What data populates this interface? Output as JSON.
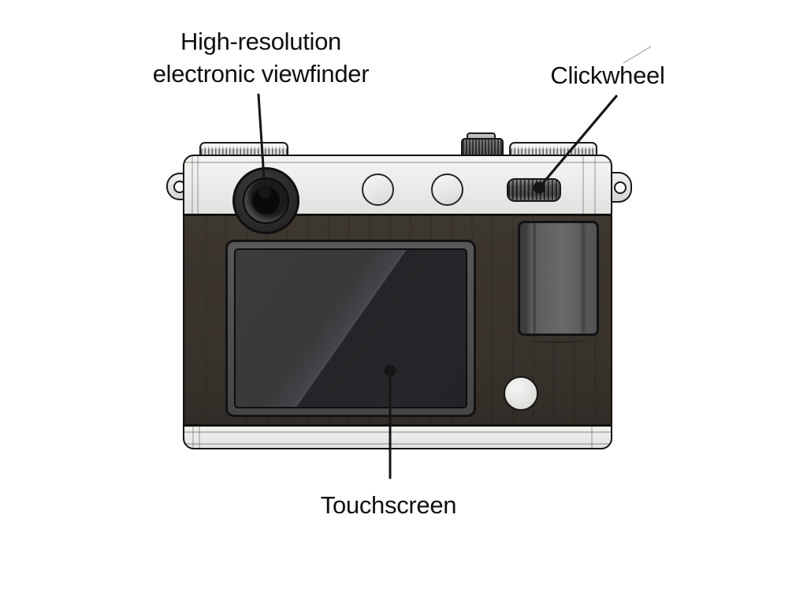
{
  "diagram": {
    "subject": "camera-back-annotated-illustration",
    "background_color": "#ffffff",
    "text_color": "#101010",
    "annotations": {
      "viewfinder": {
        "line1": "High-resolution",
        "line2": "electronic viewfinder",
        "target": "viewfinder-eyepiece"
      },
      "clickwheel": {
        "label": "Clickwheel",
        "target": "clickwheel-dial"
      },
      "touchscreen": {
        "label": "Touchscreen",
        "target": "rear-touchscreen"
      }
    },
    "camera": {
      "colors": {
        "outline": "#1a1a1a",
        "top_plate": "#ececea",
        "bottom_plate": "#e9e9e7",
        "body_leatherette": "#3a342d",
        "screen_glare_light": "#3b3b3d",
        "screen_dark": "#242528",
        "thumb_grip": "#5e5e5e",
        "round_button": "#f0efed",
        "leader_line": "#161616"
      },
      "parts": [
        "left-strap-lug",
        "left-top-dial",
        "viewfinder-eyepiece",
        "function-button-1",
        "function-button-2",
        "shutter-button",
        "right-top-dial",
        "clickwheel-dial",
        "right-strap-lug",
        "rear-touchscreen",
        "thumb-grip",
        "round-button",
        "top-plate",
        "bottom-plate"
      ]
    }
  }
}
